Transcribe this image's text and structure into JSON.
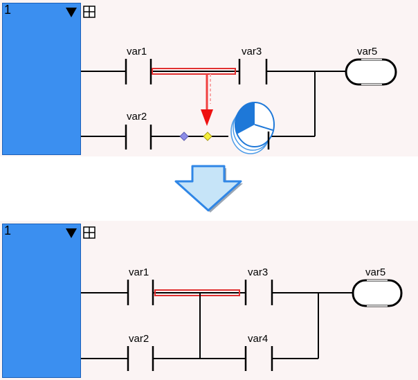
{
  "before": {
    "rail_label": "1",
    "contacts": [
      {
        "id": "c1",
        "label": "var1"
      },
      {
        "id": "c2",
        "label": "var2"
      },
      {
        "id": "c3",
        "label": "var3"
      }
    ],
    "coil": {
      "label": "var5"
    }
  },
  "after": {
    "rail_label": "1",
    "contacts": [
      {
        "id": "c1",
        "label": "var1"
      },
      {
        "id": "c2",
        "label": "var2"
      },
      {
        "id": "c3",
        "label": "var3"
      },
      {
        "id": "c4",
        "label": "var4"
      }
    ],
    "coil": {
      "label": "var5"
    }
  },
  "icons": {
    "dropdown": "triangle-down-icon",
    "expand": "grid-plus-icon",
    "transition_arrow": "arrow-down-icon",
    "drag_pointer": "red-arrow-icon",
    "busy_cursor": "pie-cursor-icon"
  },
  "colors": {
    "rail_fill": "#3b8ff0",
    "wire": "#000000",
    "selection": "#e03030",
    "panel_bg": "#fbf4f4",
    "arrow_fill": "#c6e4f8",
    "arrow_stroke": "#2f86e6"
  }
}
